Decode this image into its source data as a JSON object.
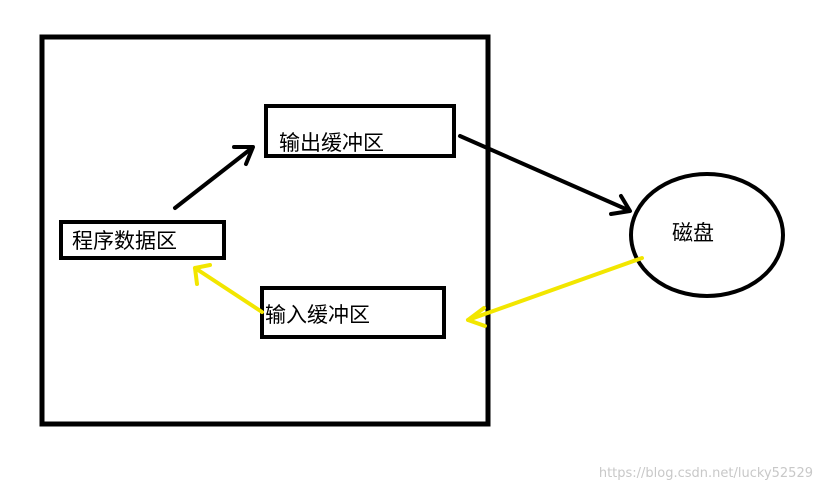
{
  "labels": {
    "output_buffer": "输出缓冲区",
    "program_data": "程序数据区",
    "input_buffer": "输入缓冲区",
    "disk": "磁盘"
  },
  "watermark": "https://blog.csdn.net/lucky52529",
  "colors": {
    "line": "#000000",
    "input_arrow": "#f2e600",
    "background": "#ffffff",
    "watermark": "#c8c8c8"
  }
}
